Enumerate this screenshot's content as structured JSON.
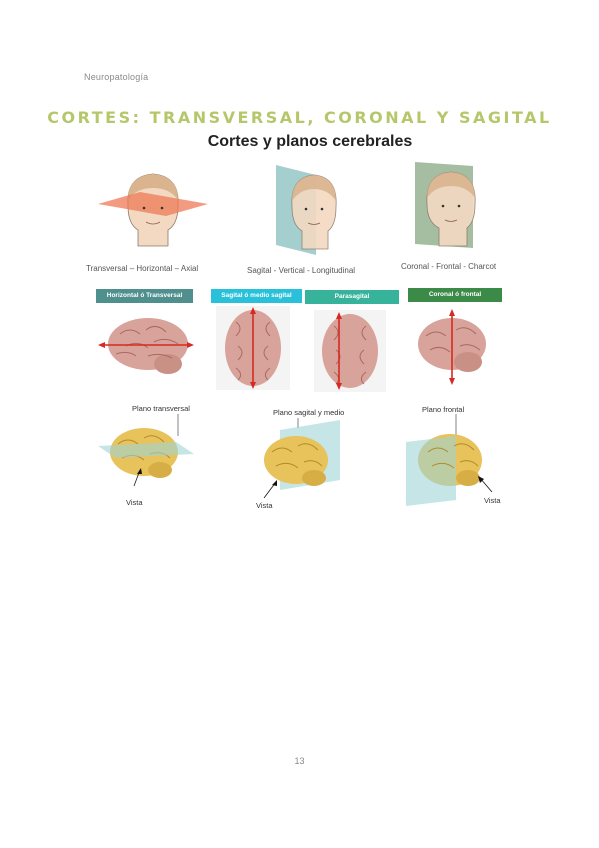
{
  "header": {
    "running_title": "Neuropatología"
  },
  "title": "CORTES: TRANSVERSAL, CORONAL Y SAGITAL",
  "subtitle": "Cortes y planos cerebrales",
  "heads": {
    "transversal_caption": "Transversal – Horizontal – Axial",
    "sagital_caption": "Sagital - Vertical - Longitudinal",
    "coronal_caption": "Coronal - Frontal - Charcot"
  },
  "tags": {
    "horizontal": "Horizontal ó Transversal",
    "sagital_medio": "Sagital ó medio sagital",
    "parasagital": "Parasagital",
    "coronal": "Coronal ó frontal"
  },
  "planes": {
    "transversal": {
      "label": "Plano transversal",
      "vista": "Vista"
    },
    "sagital": {
      "label": "Plano sagital y medio",
      "vista": "Vista"
    },
    "frontal": {
      "label": "Plano frontal",
      "vista": "Vista"
    }
  },
  "colors": {
    "title_green": "#b5c76a",
    "tag_teal": "#4f8f8e",
    "tag_cyan": "#29c1d9",
    "tag_seafoam": "#36b39a",
    "tag_green": "#3b8a48",
    "brain_pink": "#d8a39a",
    "brain_yellow": "#e8c25a",
    "axis_red": "#d62b22"
  },
  "page_number": "13"
}
